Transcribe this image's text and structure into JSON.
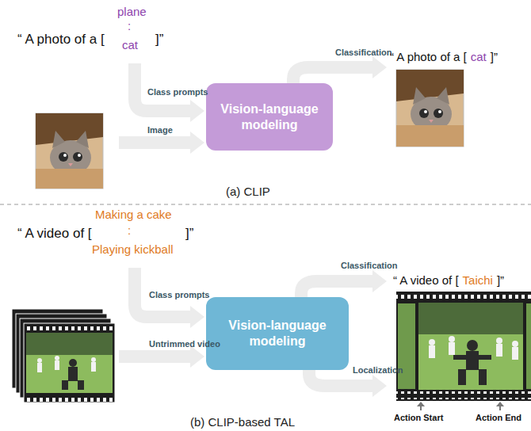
{
  "diagram": {
    "nodes": [
      {
        "text": [
          "Vision-language modeling"
        ]
      },
      {
        "text": [
          "Vision-language modeling"
        ]
      }
    ],
    "labels": [
      "“ A photo of a [",
      "plane",
      ":",
      "cat",
      "]”",
      "Class prompts",
      "Image",
      "Classification",
      "“ A photo of a [",
      "cat",
      "]”",
      "(a) CLIP",
      "“ A video of [",
      "Making a cake",
      ":",
      "Playing kickball",
      "]”",
      "Class prompts",
      "Untrimmed video",
      "Classification",
      "Localization",
      "“ A video of [",
      "Taichi",
      "]”",
      "Action Start",
      "Action End",
      "(b) CLIP-based TAL"
    ]
  }
}
